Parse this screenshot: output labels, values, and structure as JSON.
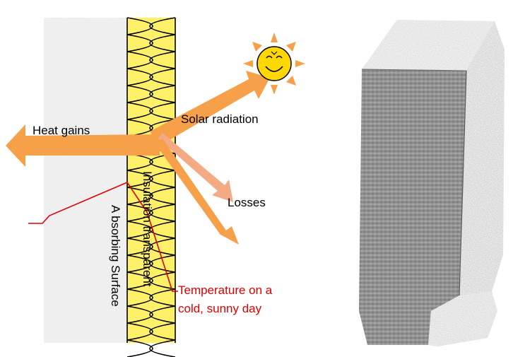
{
  "labels": {
    "heat_gains": "Heat gains",
    "solar_radiation": "Solar radiation",
    "losses": "Losses",
    "insulation": "Insulation transparent",
    "absorbing_surface": "A bsorbing Surface",
    "temperature_line1": "Temperature on a",
    "temperature_line2": "cold, sunny day"
  },
  "icons": {
    "sun": "sun-icon"
  },
  "colors": {
    "arrow": "#f7a04a",
    "arrow_light": "#f4aa84",
    "insulation_fill": "#fff06a",
    "temperature_line": "#e00000",
    "sun_fill": "#ffd800",
    "sun_rays": "#f7a04a"
  }
}
